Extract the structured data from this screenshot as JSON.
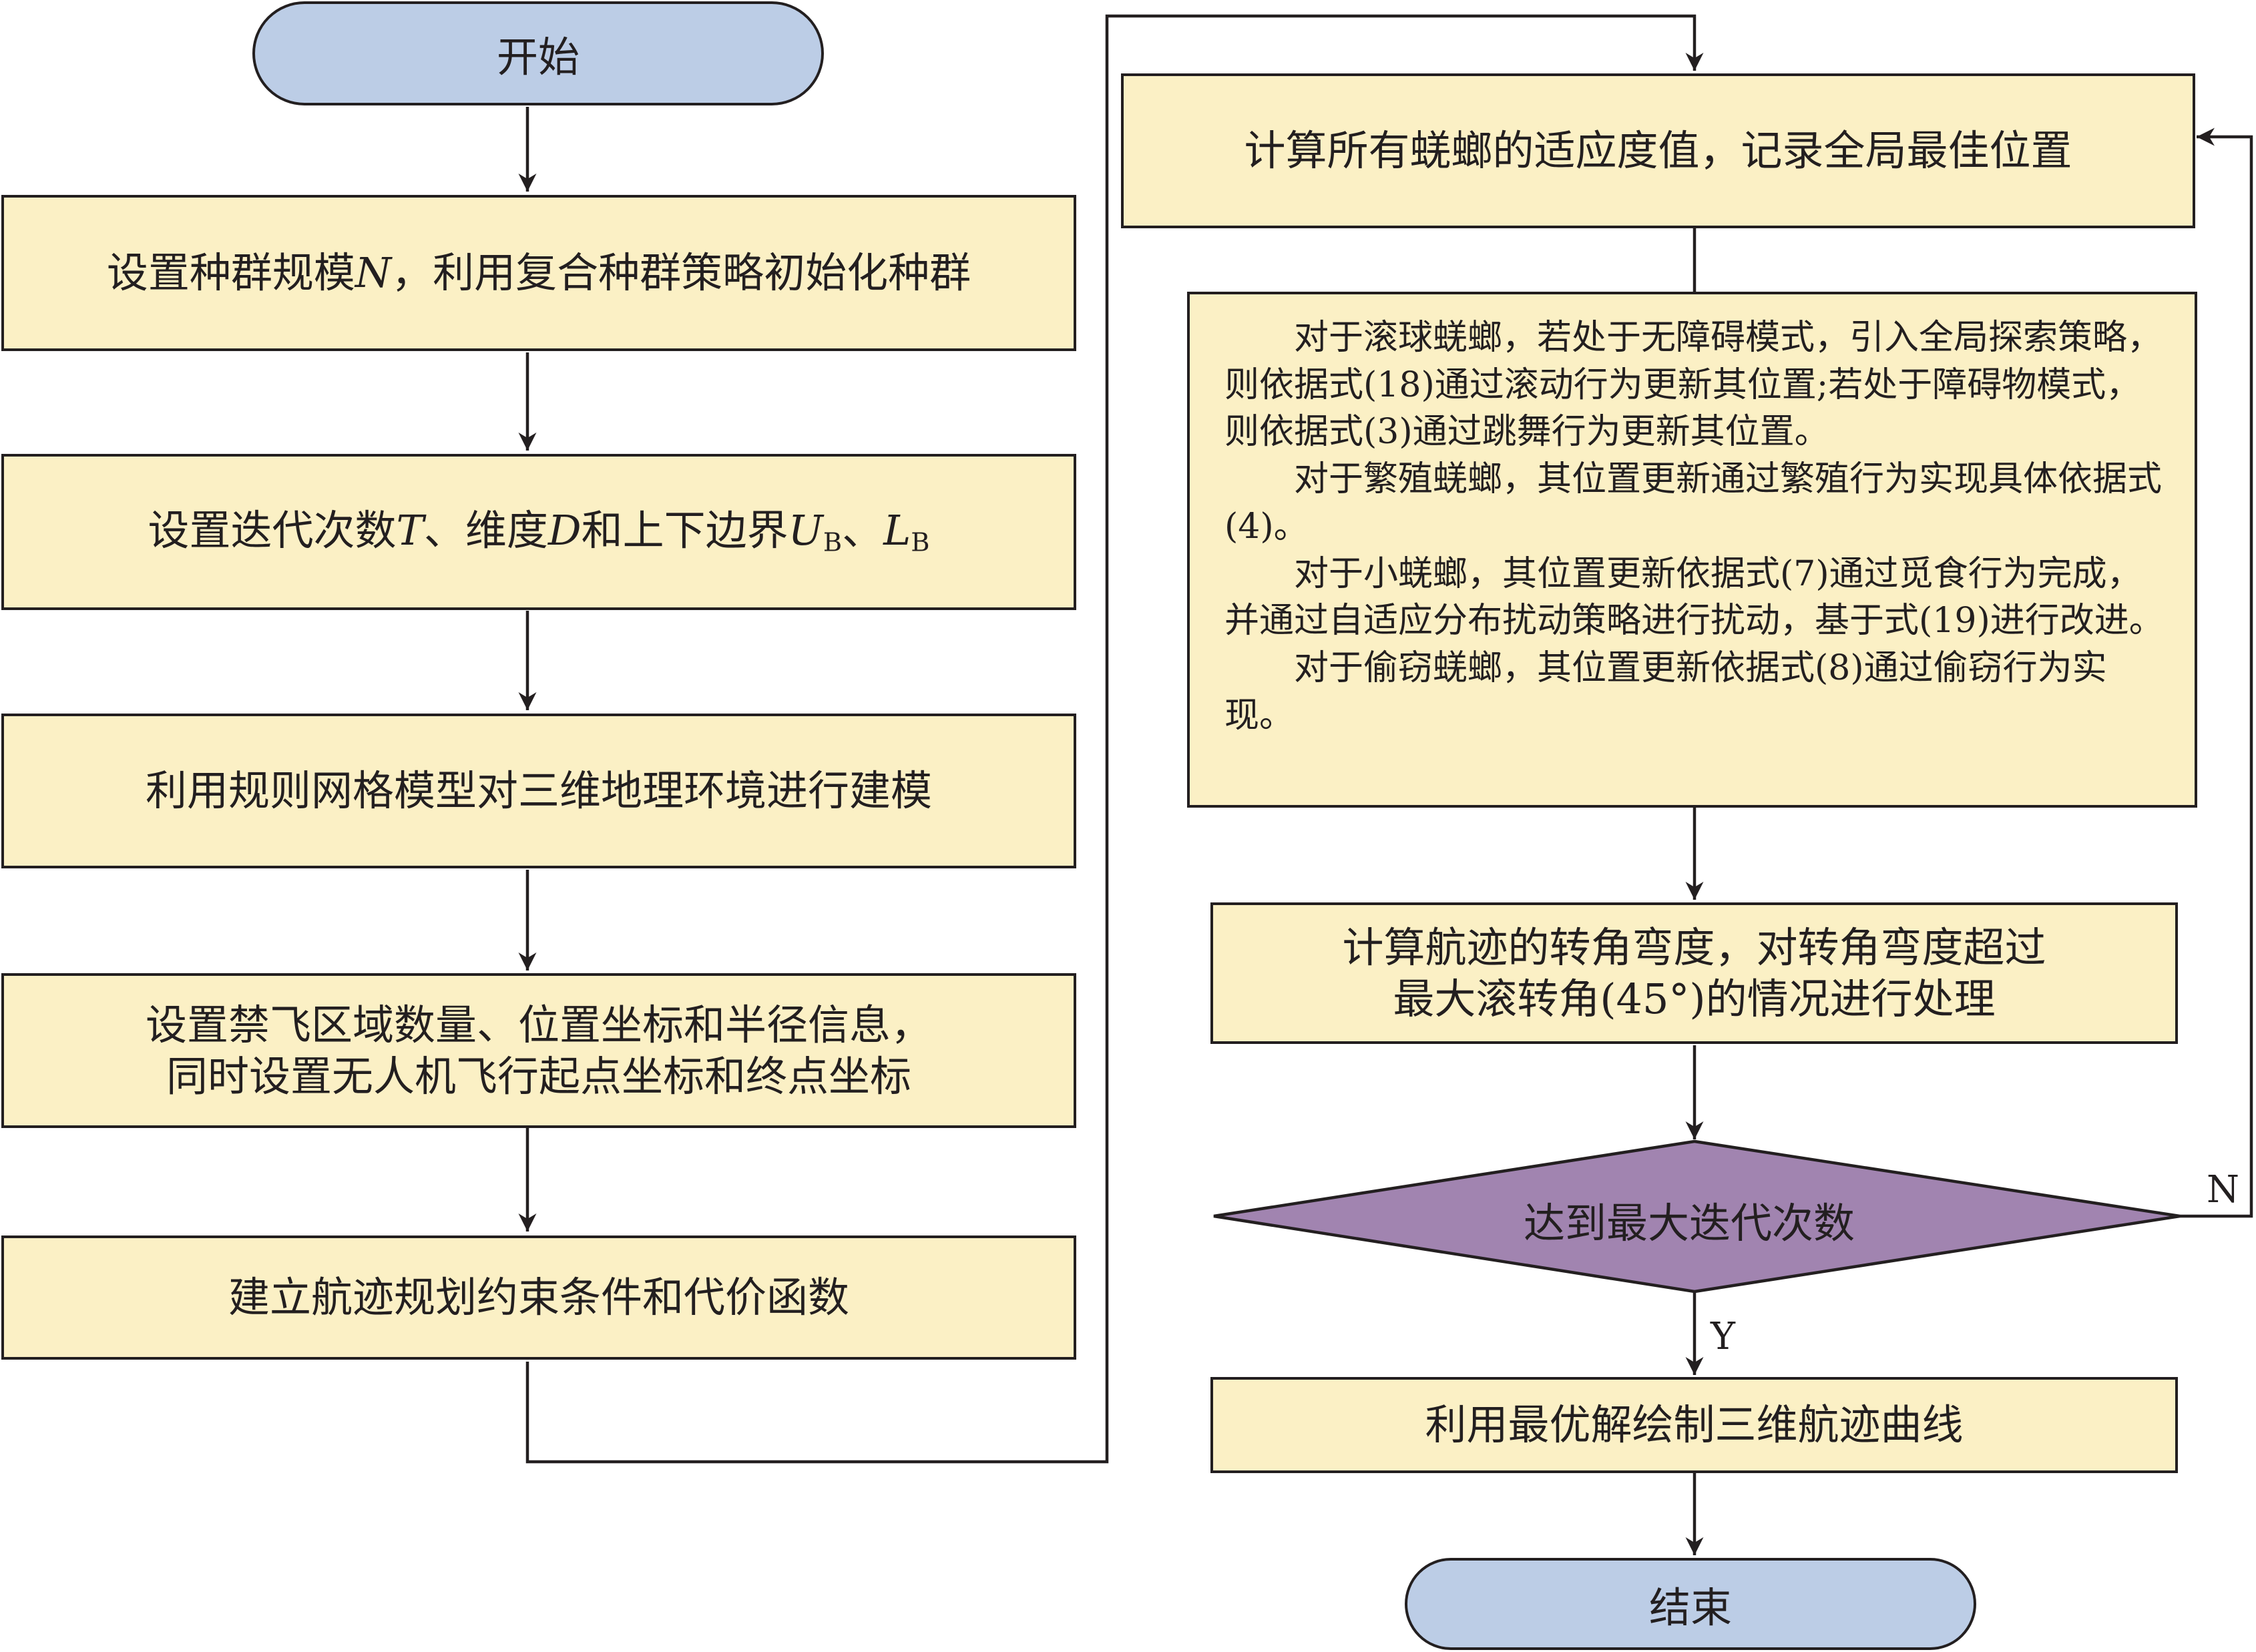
{
  "start": "开始",
  "end": "结束",
  "left_steps": {
    "init": "设置种群规模N，利用复合种群策略初始化种群",
    "params": "设置迭代次数T、维度D和上下边界UB、LB",
    "grid": "利用规则网格模型对三维地理环境进行建模",
    "nofly_line1": "设置禁飞区域数量、位置坐标和半径信息，",
    "nofly_line2": "同时设置无人机飞行起点坐标和终点坐标",
    "cost": "建立航迹规划约束条件和代价函数"
  },
  "right_steps": {
    "fitness": "计算所有蜣螂的适应度值，记录全局最佳位置",
    "update_details": [
      "对于滚球蜣螂，若处于无障碍模式，引入全局探索策略，则依据式(18)通过滚动行为更新其位置;若处于障碍物模式，则依据式(3)通过跳舞行为更新其位置。",
      "对于繁殖蜣螂，其位置更新通过繁殖行为实现具体依据式(4)。",
      "对于小蜣螂，其位置更新依据式(7)通过觅食行为完成，并通过自适应分布扰动策略进行扰动，基于式(19)进行改进。",
      "对于偷窃蜣螂，其位置更新依据式(8)通过偷窃行为实现。"
    ],
    "turn_line1": "计算航迹的转角弯度，对转角弯度超过",
    "turn_line2": "最大滚转角(45°)的情况进行处理",
    "decision": "达到最大迭代次数",
    "draw": "利用最优解绘制三维航迹曲线"
  },
  "edge_labels": {
    "no": "N",
    "yes": "Y"
  },
  "colors": {
    "terminal_fill": "#bccde6",
    "process_fill": "#fbf0c5",
    "decision_fill": "#a184b0",
    "stroke": "#231f20"
  }
}
